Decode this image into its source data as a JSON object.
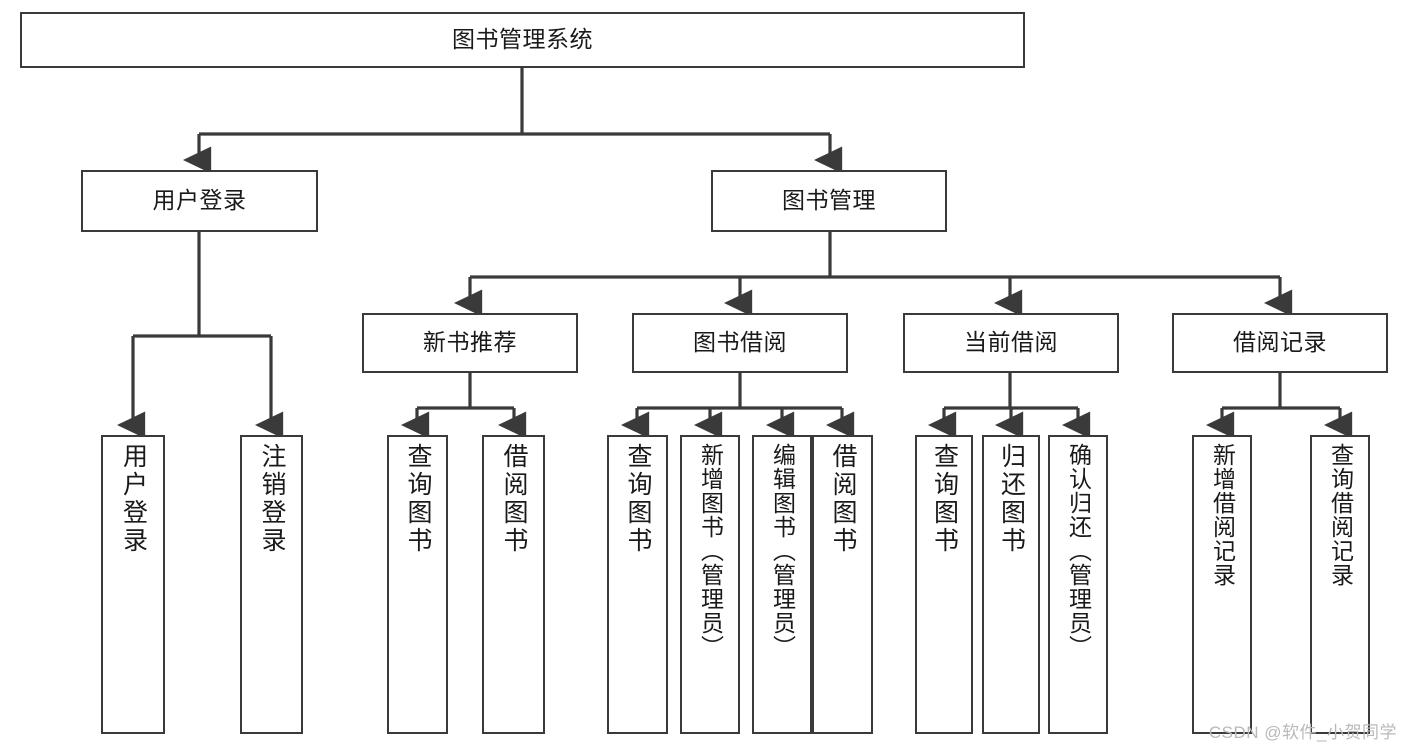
{
  "diagram": {
    "title": "图书管理系统",
    "type": "hierarchy-tree",
    "colors": {
      "box_border": "#3a3a3a",
      "box_fill": "#ffffff",
      "connector": "#3a3a3a",
      "text": "#1a1a1a",
      "watermark": "#b9b9b9"
    },
    "root": {
      "label": "图书管理系统"
    },
    "level2": [
      {
        "label": "用户登录"
      },
      {
        "label": "图书管理"
      }
    ],
    "level3": [
      {
        "label": "新书推荐"
      },
      {
        "label": "图书借阅"
      },
      {
        "label": "当前借阅"
      },
      {
        "label": "借阅记录"
      }
    ],
    "leaves": {
      "user_login": [
        {
          "label": "用户登录"
        },
        {
          "label": "注销登录"
        }
      ],
      "new_book_recommend": [
        {
          "label": "查询图书"
        },
        {
          "label": "借阅图书"
        }
      ],
      "book_borrow": [
        {
          "label": "查询图书"
        },
        {
          "label": "新增图书（管理员）"
        },
        {
          "label": "编辑图书（管理员）"
        },
        {
          "label": "借阅图书"
        }
      ],
      "current_borrow": [
        {
          "label": "查询图书"
        },
        {
          "label": "归还图书"
        },
        {
          "label": "确认归还（管理员）"
        }
      ],
      "borrow_record": [
        {
          "label": "新增借阅记录"
        },
        {
          "label": "查询借阅记录"
        }
      ]
    }
  },
  "watermark": {
    "text": "CSDN @软件_小贺同学"
  }
}
